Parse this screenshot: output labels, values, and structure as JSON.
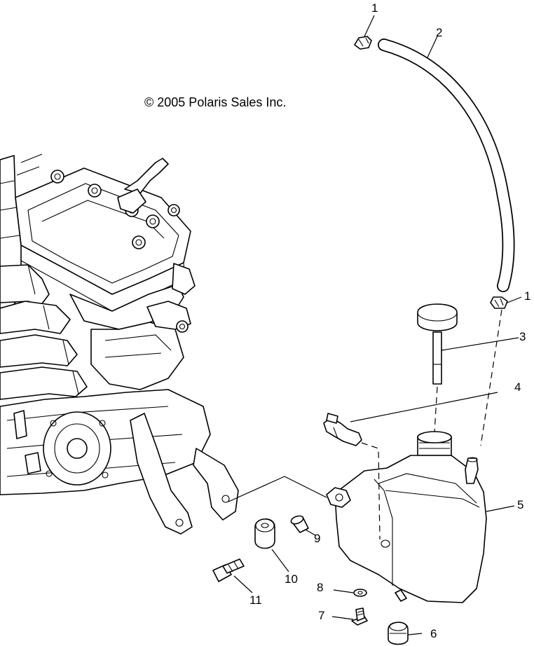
{
  "diagram": {
    "copyright": "© 2005 Polaris Sales Inc.",
    "callouts": {
      "c1a": "1",
      "c1b": "1",
      "c2": "2",
      "c3": "3",
      "c4": "4",
      "c5": "5",
      "c6": "6",
      "c7": "7",
      "c8": "8",
      "c9": "9",
      "c10": "10",
      "c11": "11"
    }
  }
}
